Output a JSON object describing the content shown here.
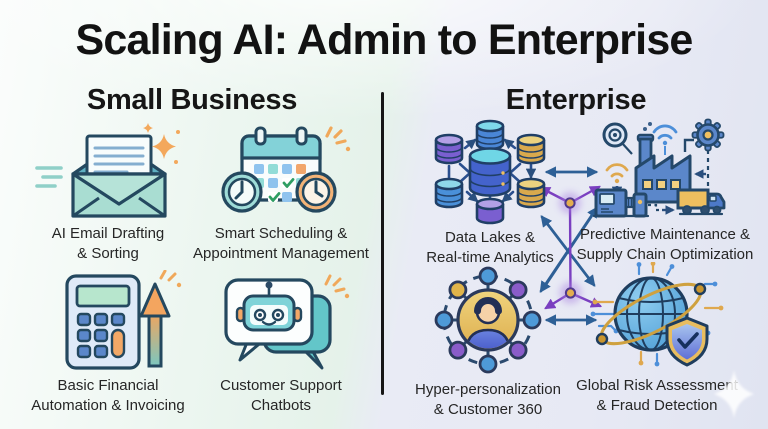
{
  "title": "Scaling AI: Admin to Enterprise",
  "columns": [
    {
      "header": "Small Business",
      "items": [
        {
          "icon": "email-drafting-icon",
          "label": "AI Email Drafting\n& Sorting"
        },
        {
          "icon": "smart-scheduling-icon",
          "label": "Smart Scheduling &\nAppointment Management"
        },
        {
          "icon": "financial-automation-icon",
          "label": "Basic Financial\nAutomation & Invoicing"
        },
        {
          "icon": "support-chatbot-icon",
          "label": "Customer Support\nChatbots"
        }
      ]
    },
    {
      "header": "Enterprise",
      "items": [
        {
          "icon": "data-lakes-icon",
          "label": "Data Lakes &\nReal-time Analytics"
        },
        {
          "icon": "predictive-maintenance-icon",
          "label": "Predictive Maintenance &\nSupply Chain Optimization"
        },
        {
          "icon": "hyper-personalization-icon",
          "label": "Hyper-personalization\n& Customer 360"
        },
        {
          "icon": "global-risk-icon",
          "label": "Global Risk Assessment\n& Fraud Detection"
        }
      ]
    }
  ],
  "colors": {
    "teal": "#9fdcd2",
    "orange": "#f3a866",
    "blue": "#5b87ca",
    "navy": "#24486a",
    "gold": "#dfa84e",
    "purple": "#7a52c9",
    "arrow_blue": "#2e6096",
    "arrow_purple": "#7a3fc0",
    "bg_left": "#e5f2ea",
    "bg_right": "#e7e9f4"
  }
}
